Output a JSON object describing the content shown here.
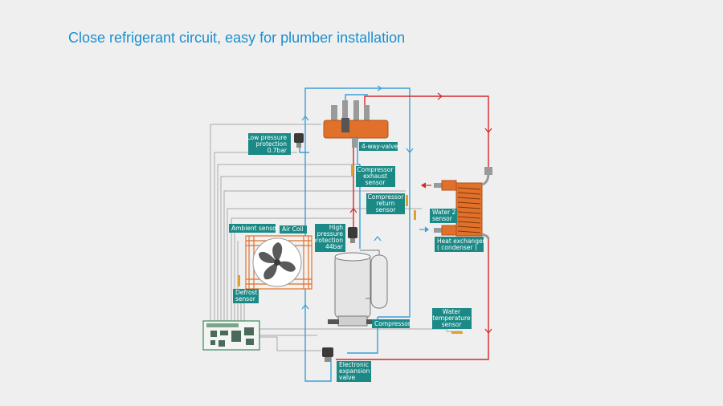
{
  "title": "Close refrigerant circuit, easy for plumber installation",
  "labels": {
    "low_pressure": [
      "Low pressure",
      "protection",
      "0.7bar"
    ],
    "four_way_valve": [
      "4-way-valve"
    ],
    "compressor_exhaust_sensor": [
      "Compressor",
      "exhaust",
      "sensor"
    ],
    "compressor_return_sensor": [
      "Compressor",
      "return",
      "sensor"
    ],
    "ambient_sensor": [
      "Ambient sensor"
    ],
    "air_coil": [
      "Air Coil"
    ],
    "high_pressure": [
      "High",
      "pressure",
      "protection",
      "44bar"
    ],
    "water2_sensor": [
      "Water 2",
      "sensor"
    ],
    "heat_exchanger": [
      "Heat exchanger",
      "( condenser )"
    ],
    "defrost_sensor": [
      "Defrost",
      "sensor"
    ],
    "compressor": [
      "Compressor"
    ],
    "water_temperature_sensor": [
      "Water",
      "temperature",
      "sensor"
    ],
    "electronic_expansion_valve": [
      "Electronic",
      "expansion",
      "valve"
    ]
  },
  "colors": {
    "title": "#1a8fd0",
    "label_bg": "#1b8a86",
    "refrigerant_hot": "#d42a2a",
    "refrigerant_cold": "#3a9fd8",
    "wire": "#a9a9a9",
    "copper": "#e0702a"
  }
}
